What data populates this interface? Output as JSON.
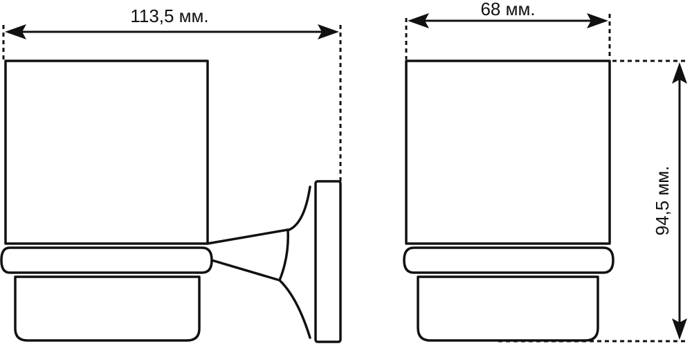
{
  "dimensions": {
    "side_width": "113,5 мм.",
    "front_width": "68 мм.",
    "front_height": "94,5 мм."
  }
}
